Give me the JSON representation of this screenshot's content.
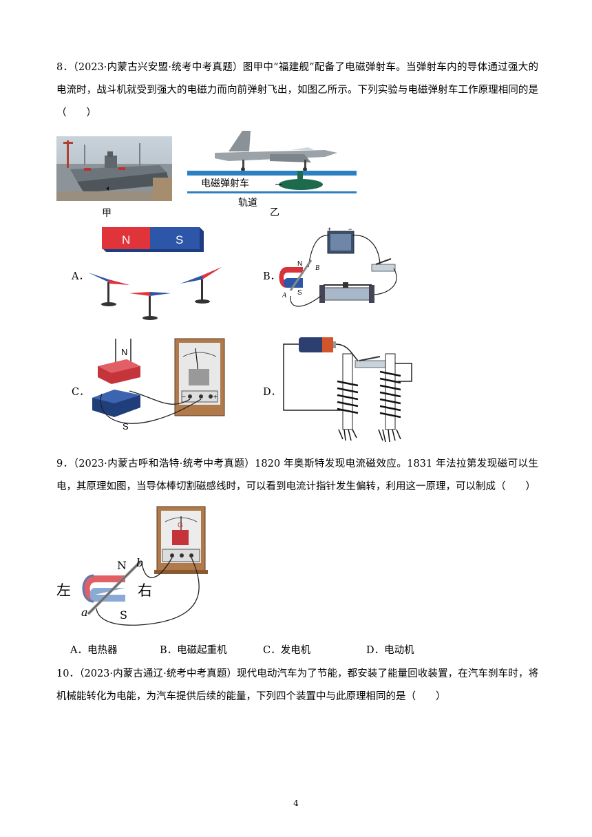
{
  "q8": {
    "text": "8．（2023·内蒙古兴安盟·统考中考真题）图甲中“福建舰”配备了电磁弹射车。当弹射车内的导体通过强大的电流时，战斗机就受到强大的电磁力而向前弹射飞出，如图乙所示。下列实验与电磁弹射车工作原理相同的是（　　）",
    "fig_jia": "甲",
    "fig_yi": "乙",
    "catapult_label": "电磁弹射车",
    "track_label": "轨道",
    "options": {
      "A": "A．",
      "B": "B．",
      "C": "C．",
      "D": "D．"
    },
    "magnet_n": "N",
    "magnet_s": "S",
    "point_a": "A",
    "point_b": "B",
    "plus": "+",
    "minus": "−"
  },
  "q9": {
    "text": "9．（2023·内蒙古呼和浩特·统考中考真题）1820 年奥斯特发现电流磁效应。1831 年法拉第发现磁可以生电，其原理如图，当导体棒切割磁感线时，可以看到电流计指针发生偏转，利用这一原理，可以制成（　　）",
    "left": "左",
    "right": "右",
    "n": "N",
    "s": "S",
    "a": "a",
    "b": "b",
    "g": "G",
    "options": [
      "A．电热器",
      "B．电磁起重机",
      "C．发电机",
      "D．电动机"
    ]
  },
  "q10": {
    "text": "10．（2023·内蒙古通辽·统考中考真题）现代电动汽车为了节能，都安装了能量回收装置，在汽车刹车时，将机械能转化为电能，为汽车提供后续的能量，下列四个装置中与此原理相同的是（　　）"
  },
  "page_number": "4"
}
